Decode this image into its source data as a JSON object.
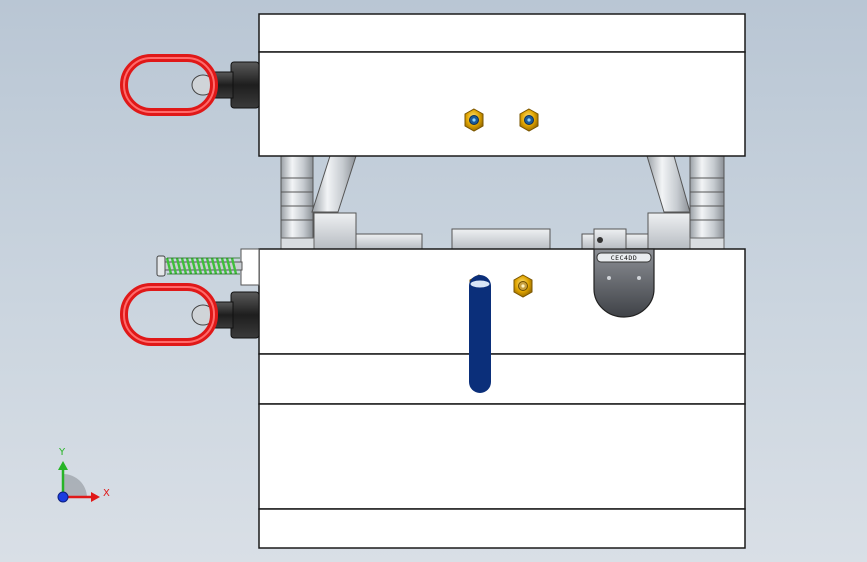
{
  "viewport": {
    "background_top": "#b9c6d4",
    "background_bottom": "#d9dfe6",
    "plate_fill": "#ffffff",
    "edge_color": "#1a1a1a"
  },
  "colors": {
    "lifting_ring": "#e01818",
    "ring_base": "#2b2b2b",
    "brass_fitting": "#e0a400",
    "spring": "#3fbf3a",
    "cooling_hose": "#1e6fe0",
    "axis_x": "#e01818",
    "axis_y": "#27b427",
    "axis_z": "#1a3de0"
  },
  "date_counter": {
    "digits": "CEC4DD"
  },
  "triad": {
    "x_label": "X",
    "y_label": "Y"
  },
  "icons": {
    "lifting_ring": "lifting-ring-icon",
    "water_fitting": "water-fitting-icon",
    "spring": "spring-icon",
    "date_stamp": "date-stamp-icon",
    "triad": "coordinate-triad-icon"
  }
}
